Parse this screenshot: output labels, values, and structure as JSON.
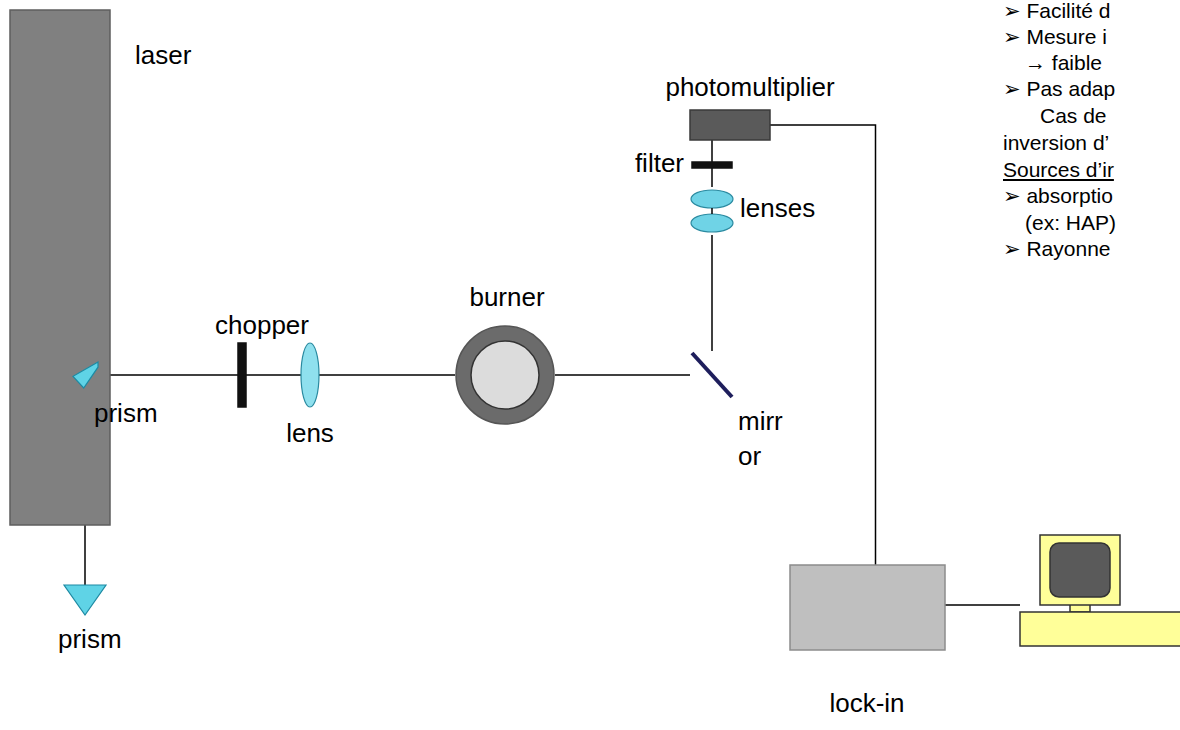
{
  "diagram": {
    "nodes": [
      {
        "text": [
          "laser"
        ]
      },
      {
        "text": [
          "photomultiplier"
        ]
      },
      {
        "text": [
          "filter"
        ]
      },
      {
        "text": [
          "lenses"
        ]
      },
      {
        "text": [
          "chopper"
        ]
      },
      {
        "text": [
          "burner"
        ]
      },
      {
        "text": [
          "prism"
        ]
      },
      {
        "text": [
          "lens"
        ]
      },
      {
        "text": [
          "mirr or"
        ]
      },
      {
        "text": [
          "prism"
        ]
      },
      {
        "text": [
          "lock-in"
        ]
      }
    ],
    "edges": [
      {
        "from": 6,
        "to": 9,
        "arrow": "none"
      },
      {
        "from": 6,
        "to": 4,
        "arrow": "none"
      },
      {
        "from": 4,
        "to": 7,
        "arrow": "none"
      },
      {
        "from": 7,
        "to": 5,
        "arrow": "none"
      },
      {
        "from": 5,
        "to": 8,
        "arrow": "none"
      },
      {
        "from": 8,
        "to": 3,
        "arrow": "none"
      },
      {
        "from": 3,
        "to": 2,
        "arrow": "none"
      },
      {
        "from": 2,
        "to": 1,
        "arrow": "none"
      },
      {
        "from": 1,
        "to": 10,
        "arrow": "none"
      }
    ],
    "labels": [
      "➢ Facilité d",
      "➢ Mesure i",
      "→ faible",
      "➢ Pas adap",
      "Cas de",
      "inversion d’",
      "Sources d’ir",
      "➢ absorptio",
      "(ex: HAP)",
      "➢ Rayonne"
    ]
  }
}
